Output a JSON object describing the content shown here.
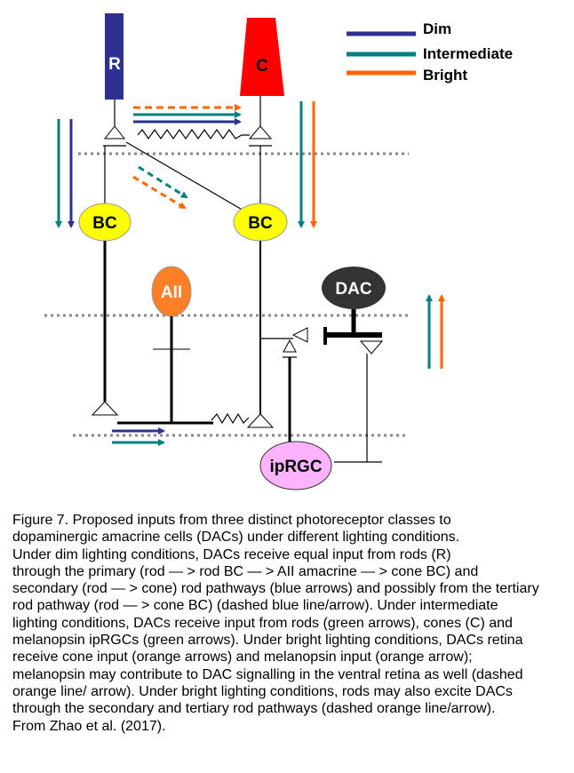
{
  "legend": {
    "dim": {
      "label": "Dim",
      "color": "#2e3192"
    },
    "intermediate": {
      "label": "Intermediate",
      "color": "#007f7f"
    },
    "bright": {
      "label": "Bright",
      "color": "#ff6600"
    }
  },
  "cells": {
    "rod": {
      "label": "R",
      "color": "#2e3192"
    },
    "cone": {
      "label": "C",
      "color": "#ff0000"
    },
    "rod_bc": {
      "label": "BC",
      "color": "#ffff00"
    },
    "cone_bc": {
      "label": "BC",
      "color": "#ffff00"
    },
    "aii": {
      "label": "AII",
      "color": "#ff7f27"
    },
    "dac": {
      "label": "DAC",
      "color": "#333333"
    },
    "iprgc": {
      "label": "ipRGC",
      "color": "#ffb3ff"
    }
  },
  "caption": "Figure 7. Proposed inputs from three distinct photoreceptor classes to\ndopaminergic amacrine cells (DACs) under different lighting conditions.\nUnder dim lighting conditions, DACs receive equal input from rods (R)\nthrough the primary (rod — > rod BC — > AII amacrine — > cone BC) and\nsecondary (rod — > cone) rod pathways (blue arrows) and possibly from the tertiary\nrod pathway (rod — > cone BC) (dashed blue line/arrow). Under intermediate\nlighting conditions, DACs receive input from rods (green arrows), cones (C) and\nmelanopsin ipRGCs (green arrows). Under bright lighting conditions, DACs retina\nreceive cone input (orange arrows) and melanopsin input (orange arrow);\nmelanopsin may contribute to DAC signalling in the ventral retina as well (dashed\norange line/ arrow). Under bright lighting conditions, rods may also excite DACs\nthrough the secondary and tertiary rod pathways (dashed orange line/arrow).\nFrom Zhao et al. (2017)."
}
